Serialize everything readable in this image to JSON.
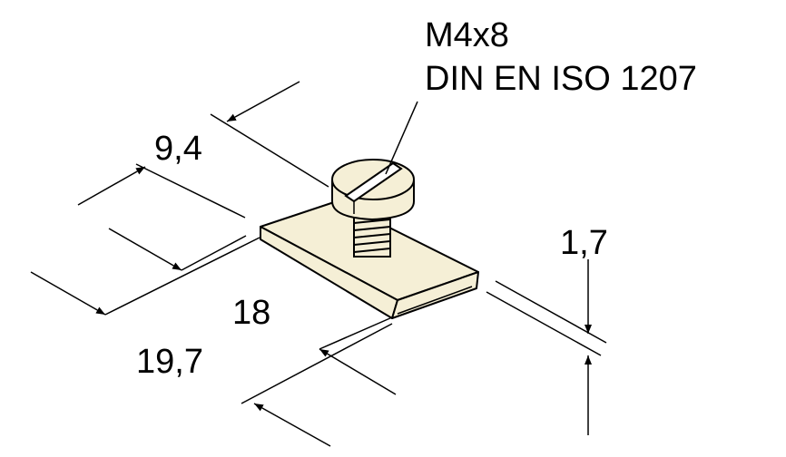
{
  "callout": {
    "thread": "M4x8",
    "standard": "DIN EN ISO 1207"
  },
  "dimensions": {
    "depth": "9,4",
    "width_inner": "18",
    "width_outer": "19,7",
    "thickness": "1,7"
  },
  "colors": {
    "part_fill": "#f5efd6",
    "line": "#000000"
  }
}
